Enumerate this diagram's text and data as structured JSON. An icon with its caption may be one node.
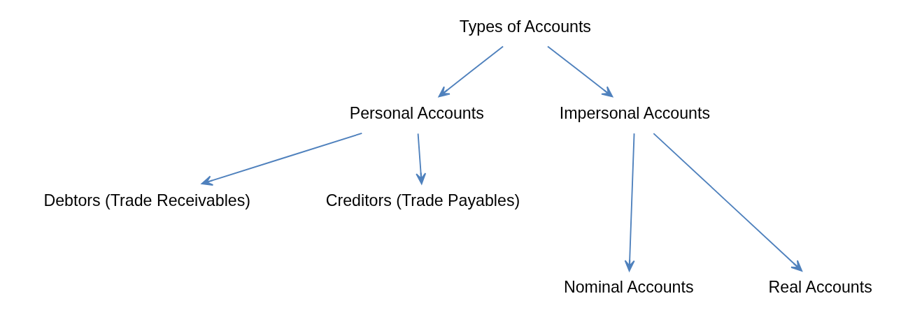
{
  "diagram": {
    "nodes": [
      {
        "text": [
          "Types of Accounts"
        ]
      },
      {
        "text": [
          "Personal Accounts"
        ]
      },
      {
        "text": [
          "Impersonal Accounts"
        ]
      },
      {
        "text": [
          "Debtors (Trade Receivables)"
        ]
      },
      {
        "text": [
          "Creditors (Trade Payables)"
        ]
      },
      {
        "text": [
          "Nominal Accounts"
        ]
      },
      {
        "text": [
          "Real Accounts"
        ]
      }
    ],
    "edges": [
      {
        "from": 0,
        "to": 1,
        "arrow": "to"
      },
      {
        "from": 0,
        "to": 2,
        "arrow": "to"
      },
      {
        "from": 1,
        "to": 3,
        "arrow": "to"
      },
      {
        "from": 1,
        "to": 4,
        "arrow": "to"
      },
      {
        "from": 2,
        "to": 5,
        "arrow": "to"
      },
      {
        "from": 2,
        "to": 6,
        "arrow": "to"
      }
    ]
  }
}
